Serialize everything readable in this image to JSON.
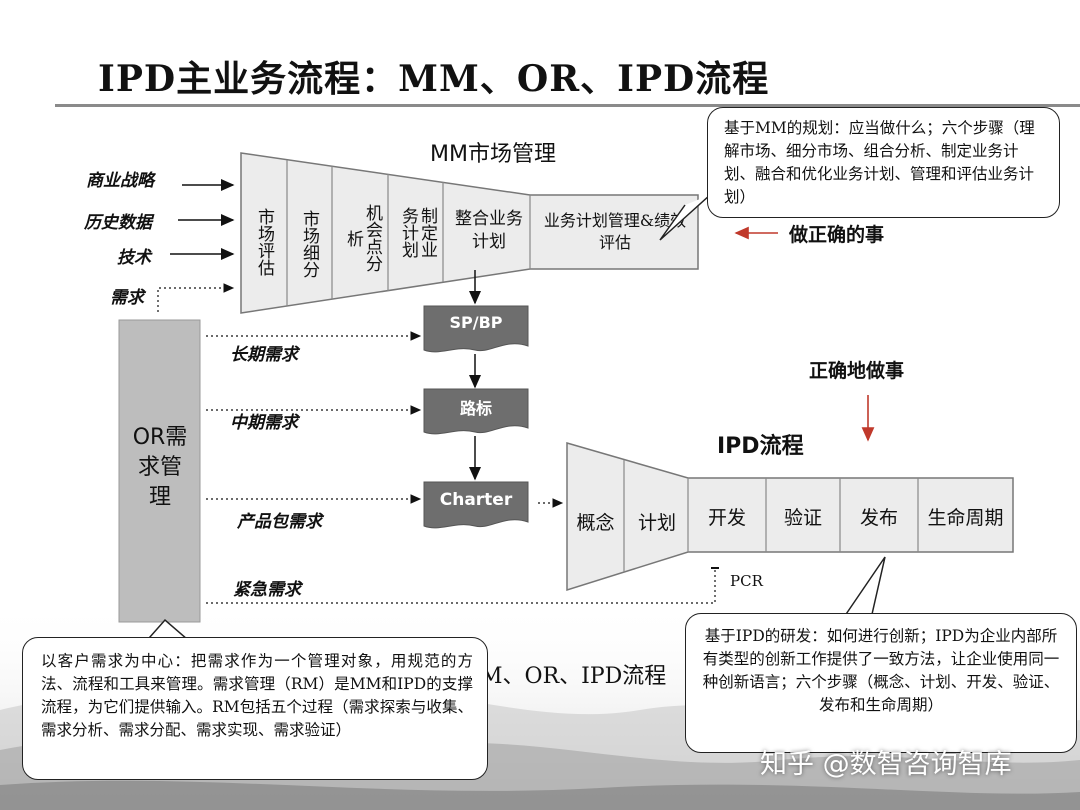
{
  "title": "IPD主业务流程：MM、OR、IPD流程",
  "mm": {
    "heading": "MM市场管理",
    "inputs": [
      "商业战略",
      "历史数据",
      "技术",
      "需求"
    ],
    "vertical_steps": [
      "市场评估",
      "市场细分",
      "机会点分析",
      "制定业务计划"
    ],
    "merge_step": "整合业务计划",
    "perf_step": "业务计划管理&绩效评估",
    "do_right_things": "做正确的事"
  },
  "or": {
    "box_label": "OR需求管理",
    "demands": [
      "长期需求",
      "中期需求",
      "产品包需求",
      "紧急需求"
    ]
  },
  "process": {
    "spbp": "SP/BP",
    "roadmap": "路标",
    "charter": "Charter"
  },
  "ipd": {
    "heading": "IPD流程",
    "do_things_right": "正确地做事",
    "stages": [
      "概念",
      "计划",
      "开发",
      "验证",
      "发布",
      "生命周期"
    ],
    "pcr": "PCR"
  },
  "callouts": {
    "mm_note": "基于MM的规划：应当做什么；六个步骤（理解市场、细分市场、组合分析、制定业务计划、融合和优化业务计划、管理和评估业务计划）",
    "or_note": "以客户需求为中心：把需求作为一个管理对象，用规范的方法、流程和工具来管理。需求管理（RM）是MM和IPD的支撑流程，为它们提供输入。RM包括五个过程（需求探索与收集、需求分析、需求分配、需求实现、需求验证）",
    "ipd_note": "基于IPD的研发：如何进行创新；IPD为企业内部所有类型的创新工作提供了一致方法，让企业使用同一种创新语言；六个步骤（概念、计划、开发、验证、发布和生命周期）"
  },
  "partial_repeat_title": "M、OR、IPD流程",
  "watermark": "知乎 @数智咨询智库"
}
